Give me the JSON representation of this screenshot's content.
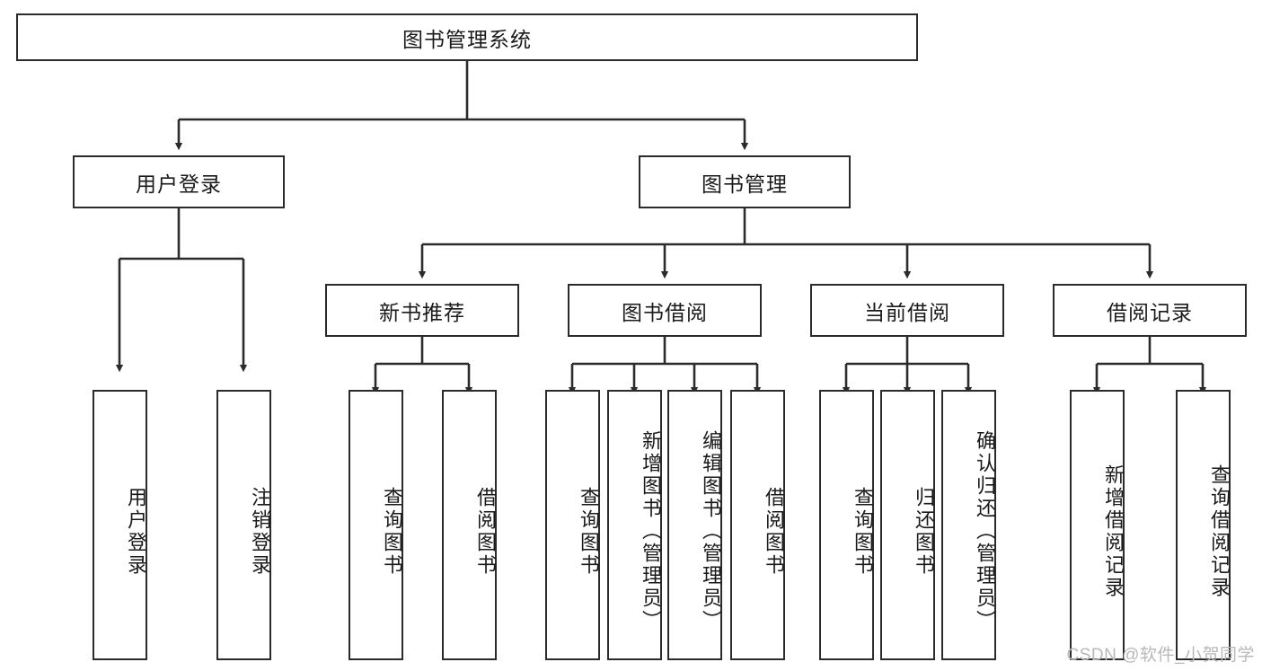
{
  "diagram": {
    "title": "图书管理系统",
    "type": "tree-hierarchy-diagram",
    "colors": {
      "stroke": "#2b2b2b",
      "fill": "#ffffff",
      "text": "#1a1a1a",
      "watermark": "#b8b8b8"
    },
    "root": {
      "label": "图书管理系统"
    },
    "level2": [
      {
        "label": "用户登录"
      },
      {
        "label": "图书管理"
      }
    ],
    "level3": [
      {
        "label": "新书推荐"
      },
      {
        "label": "图书借阅"
      },
      {
        "label": "当前借阅"
      },
      {
        "label": "借阅记录"
      }
    ],
    "leaves": {
      "user_login": [
        {
          "label": "用户登录"
        },
        {
          "label": "注销登录"
        }
      ],
      "new_book_recommend": [
        {
          "label": "查询图书"
        },
        {
          "label": "借阅图书"
        }
      ],
      "book_borrow": [
        {
          "label": "查询图书"
        },
        {
          "label": "新增图书（管理员）"
        },
        {
          "label": "编辑图书（管理员）"
        },
        {
          "label": "借阅图书"
        }
      ],
      "current_borrow": [
        {
          "label": "查询图书"
        },
        {
          "label": "归还图书"
        },
        {
          "label": "确认归还（管理员）"
        }
      ],
      "borrow_record": [
        {
          "label": "新增借阅记录"
        },
        {
          "label": "查询借阅记录"
        }
      ]
    },
    "watermark": "CSDN @软件_小贺同学"
  }
}
